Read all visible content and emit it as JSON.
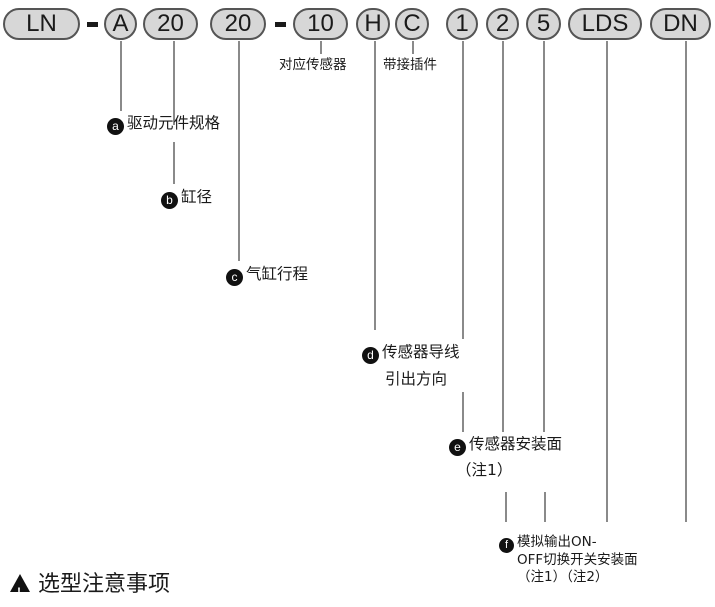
{
  "code_segments": [
    "LN",
    "A",
    "20",
    "20",
    "10",
    "H",
    "C",
    "1",
    "2",
    "5",
    "LDS",
    "DN"
  ],
  "separator": "-",
  "notes": {
    "sensor_label": "对应传感器",
    "connector_label": "带接插件"
  },
  "callouts": {
    "a": {
      "badge": "a",
      "text": "驱动元件规格"
    },
    "b": {
      "badge": "b",
      "text": "缸径"
    },
    "c": {
      "badge": "c",
      "text": "气缸行程"
    },
    "d": {
      "badge": "d",
      "line1": "传感器导线",
      "line2": "引出方向"
    },
    "e": {
      "badge": "e",
      "line1": "传感器安装面",
      "line2": "（注1）"
    },
    "f": {
      "badge": "f",
      "line1": "模拟输出ON-",
      "line2": "OFF切换开关安装面",
      "line3": "（注1）（注2）"
    }
  },
  "footer": {
    "title": "选型注意事项",
    "icon": "warning-icon"
  }
}
